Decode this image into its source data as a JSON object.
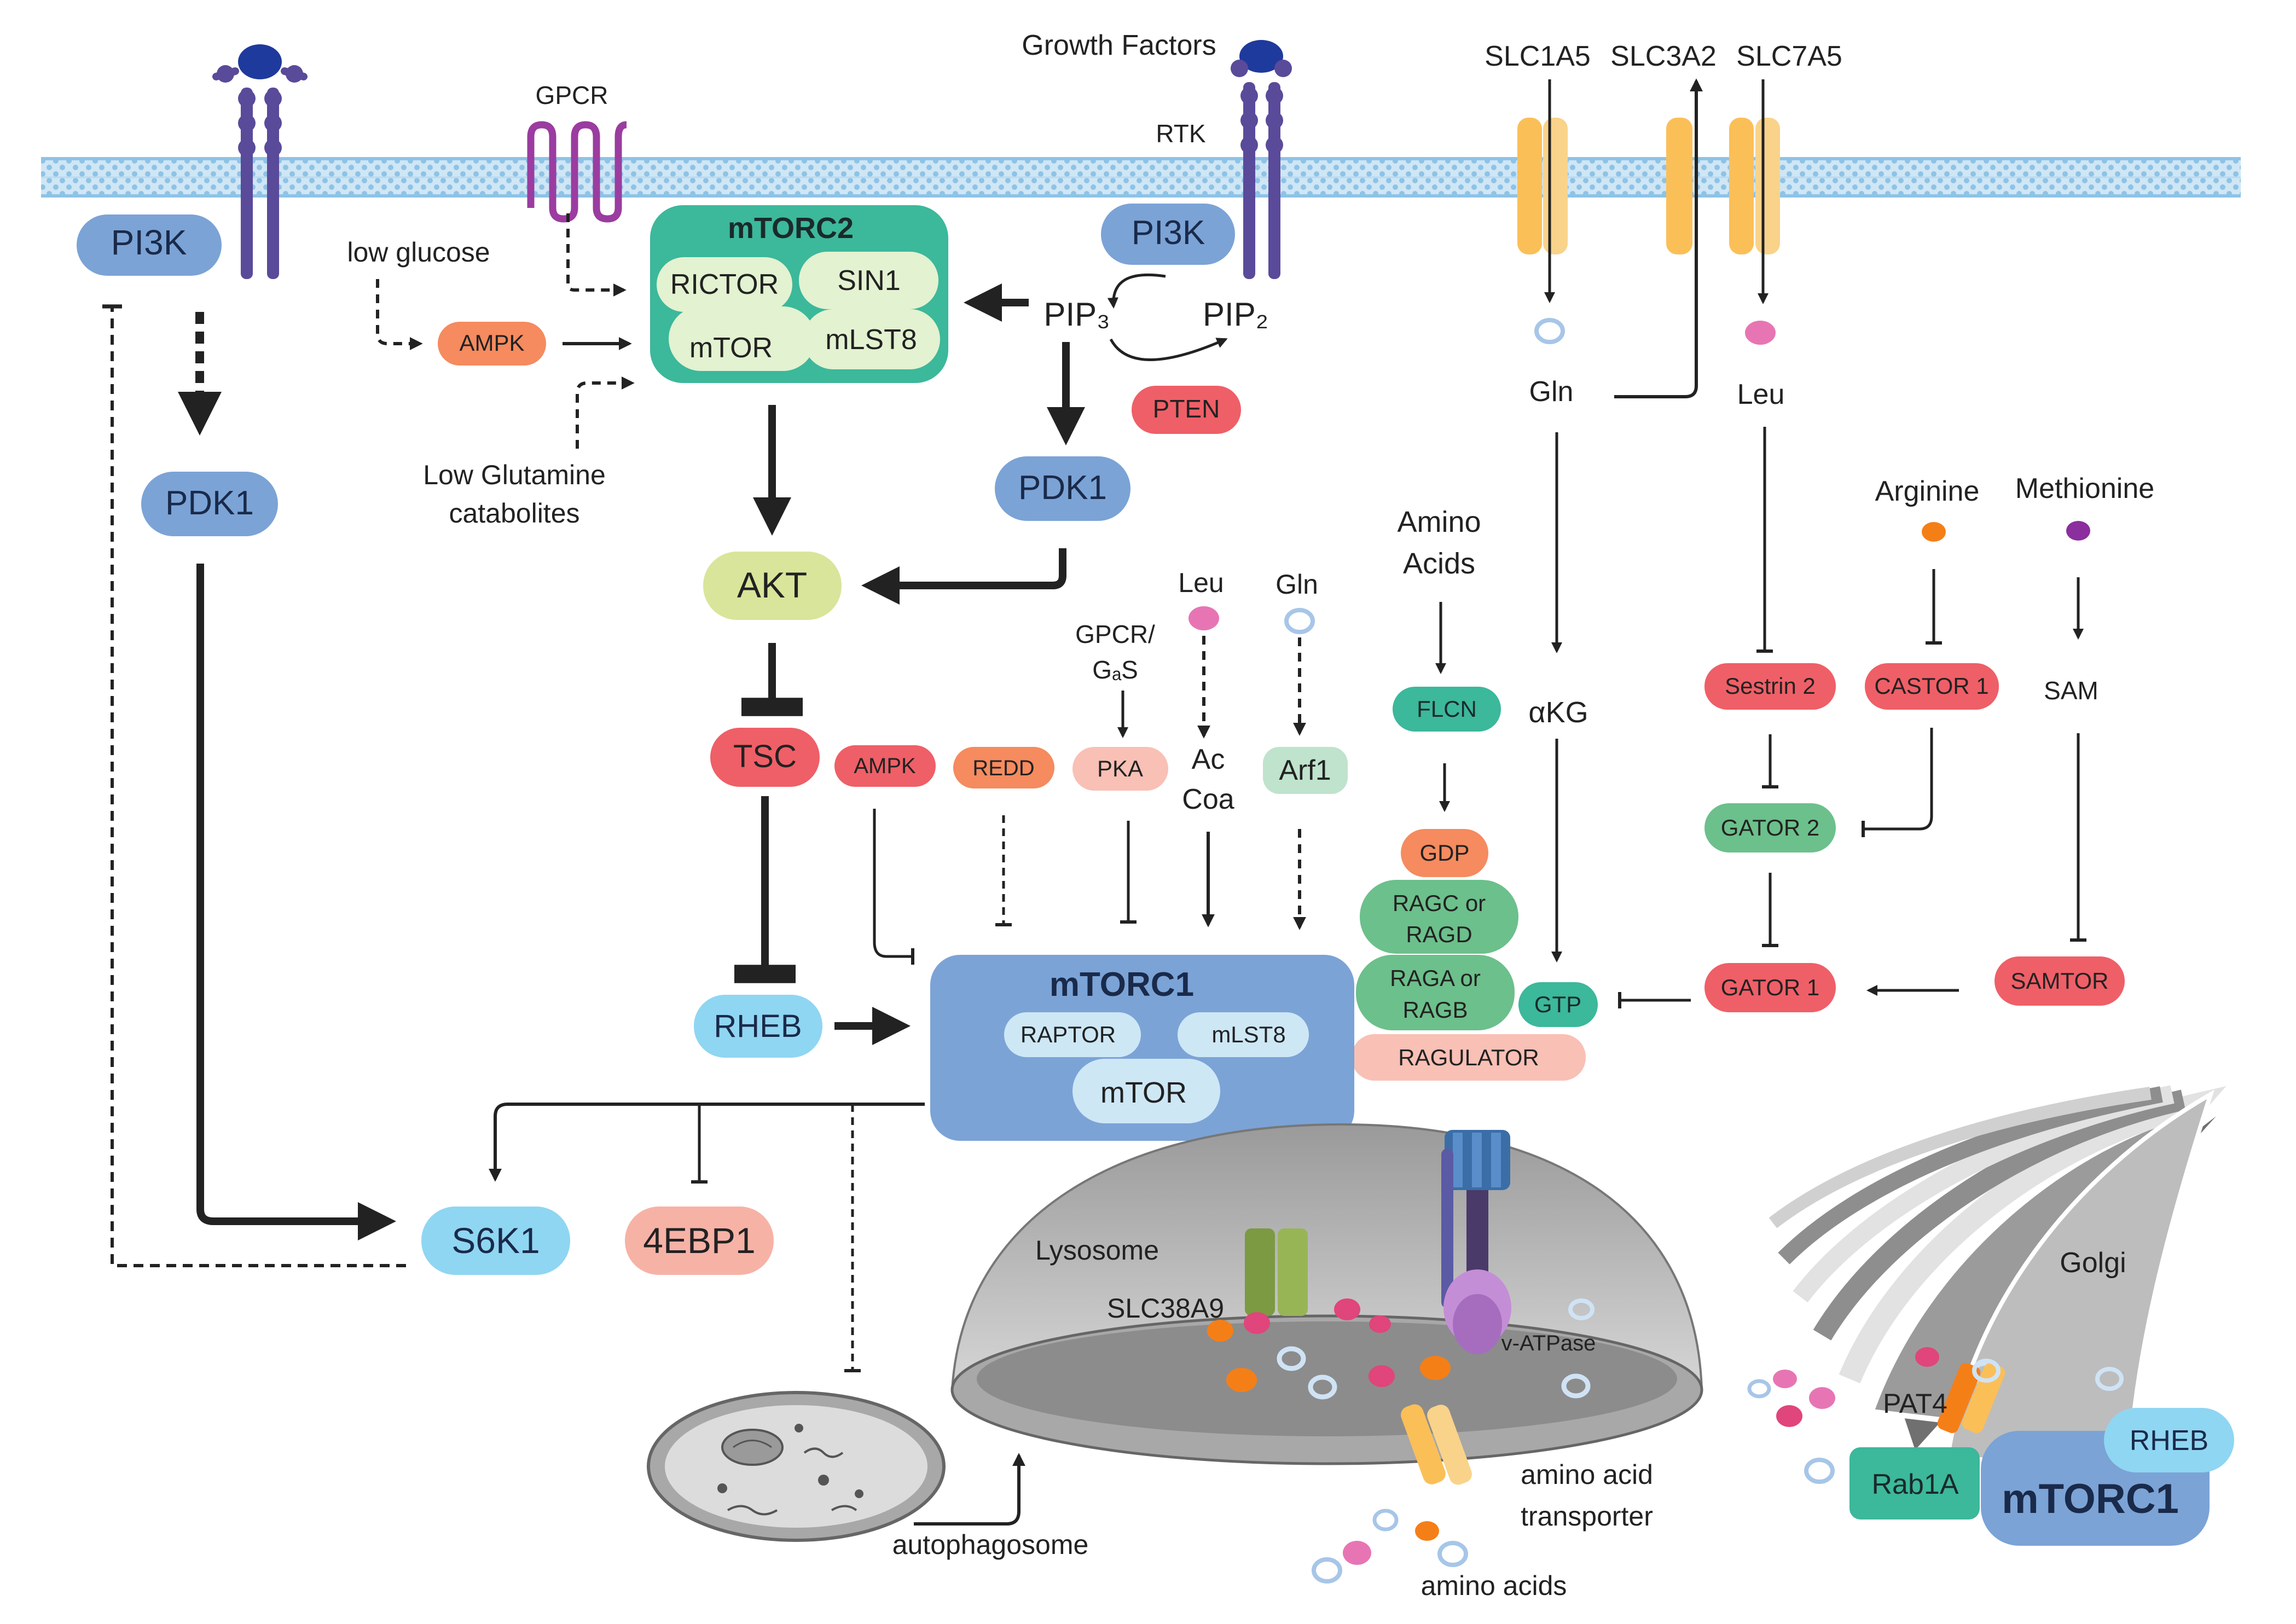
{
  "labels": {
    "growth_factors": "Growth Factors",
    "gpcr": "GPCR",
    "rtk": "RTK",
    "pi3k_left": "PI3K",
    "pi3k_right": "PI3K",
    "low_glucose": "low glucose",
    "ampk_top": "AMPK",
    "low_glutamine_1": "Low Glutamine",
    "low_glutamine_2": "catabolites",
    "pip3": "PIP₃",
    "pip2": "PIP₂",
    "pten": "PTEN",
    "pdk1_left": "PDK1",
    "pdk1_right": "PDK1",
    "akt": "AKT",
    "tsc": "TSC",
    "ampk_mid": "AMPK",
    "redd": "REDD",
    "pka": "PKA",
    "gpcr_gas_1": "GPCR/",
    "gpcr_gas_2": "GₐS",
    "leu_mid": "Leu",
    "gln_mid": "Gln",
    "ac_coa_1": "Ac",
    "ac_coa_2": "Coa",
    "arf1": "Arf1",
    "rheb": "RHEB",
    "s6k1": "S6K1",
    "ebp1": "4EBP1",
    "autophagosome": "autophagosome",
    "lysosome": "Lysosome",
    "slc38a9": "SLC38A9",
    "vatpase": "v-ATPase",
    "aa_transporter_1": "amino acid",
    "aa_transporter_2": "transporter",
    "amino_acids_bottom": "amino acids",
    "slc1a5": "SLC1A5",
    "slc3a2": "SLC3A2",
    "slc7a5": "SLC7A5",
    "gln_right": "Gln",
    "leu_right": "Leu",
    "akg": "αKG",
    "amino_acids_1": "Amino",
    "amino_acids_2": "Acids",
    "flcn": "FLCN",
    "gdp": "GDP",
    "ragc_1": "RAGC or",
    "ragc_2": "RAGD",
    "raga_1": "RAGA or",
    "raga_2": "RAGB",
    "gtp": "GTP",
    "ragulator": "RAGULATOR",
    "arginine": "Arginine",
    "methionine": "Methionine",
    "sestrin2": "Sestrin 2",
    "castor1": "CASTOR 1",
    "sam": "SAM",
    "gator2": "GATOR 2",
    "gator1": "GATOR 1",
    "samtor": "SAMTOR",
    "golgi": "Golgi",
    "pat4": "PAT4",
    "rab1a": "Rab1A",
    "rheb_golgi": "RHEB",
    "mtorc1_golgi": "mTORC1"
  },
  "mtorc2": {
    "title": "mTORC2",
    "rictor": "RICTOR",
    "sin1": "SIN1",
    "mtor": "mTOR",
    "mlst8": "mLST8"
  },
  "mtorc1": {
    "title": "mTORC1",
    "raptor": "RAPTOR",
    "mlst8": "mLST8",
    "mtor": "mTOR"
  },
  "colors": {
    "membrane": "#8ec3e6",
    "pi3k": "#7ba3d6",
    "mtorc2": "#3cb89b",
    "mtorc1": "#7ba3d6",
    "akt": "#d9e59a",
    "red_node": "#ef5f67",
    "ampk": "#f58b5f",
    "green_node": "#6cc08b",
    "light_blue": "#8fd6f2",
    "salmon": "#f7b2a6"
  }
}
